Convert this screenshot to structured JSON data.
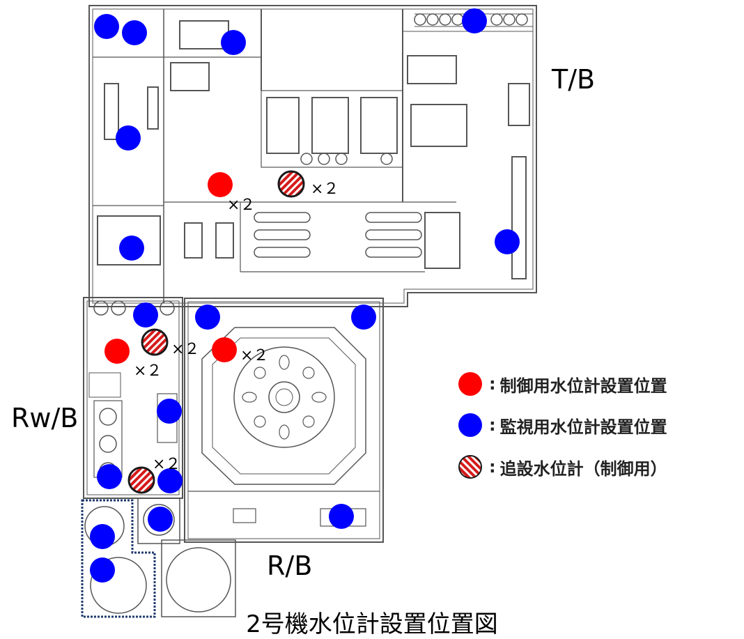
{
  "colors": {
    "control_sensor": "#ff0000",
    "monitor_sensor": "#0000ff",
    "added_sensor_hatch": "#d61b1b",
    "wall": "#555555",
    "dotted_boundary": "#1f3b6e"
  },
  "buildings": {
    "tb": "T/B",
    "rwb": "Rw/B",
    "rb": "R/B"
  },
  "multipliers": [
    "×２",
    "×２",
    "×２",
    "×２",
    "×２",
    "×２"
  ],
  "legend": [
    {
      "marker": "red-dot",
      "colon": ":",
      "text": "制御用水位計設置位置"
    },
    {
      "marker": "blue-dot",
      "colon": ":",
      "text": "監視用水位計設置位置"
    },
    {
      "marker": "hatched-dot",
      "colon": ":",
      "text": "追設水位計（制御用）"
    }
  ],
  "caption": "2号機水位計設置位置図"
}
